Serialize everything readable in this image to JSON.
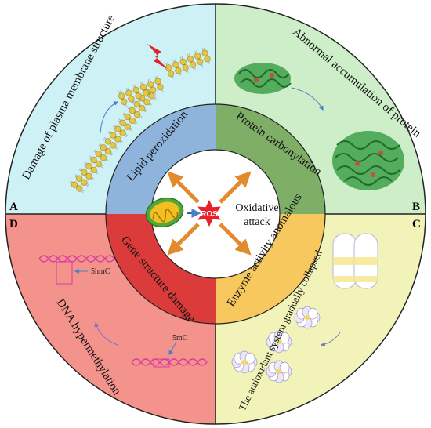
{
  "panels": {
    "A": {
      "letter": "A",
      "title": "Damage of plasma membrane structure"
    },
    "B": {
      "letter": "B",
      "title": "Abnormal accumulation of protein"
    },
    "C": {
      "letter": "C",
      "title": "The antioxidant system gradually collapsed"
    },
    "D": {
      "letter": "D",
      "title": "DNA hypermethylation",
      "label_5hmC": "5hmC",
      "label_5mC": "5mC"
    }
  },
  "ring": {
    "top_left": "Lipid peroxidation",
    "top_right": "Protein carbonylation",
    "bottom_right": "Enzyme activity anomalous",
    "bottom_left": "Gene structure damage"
  },
  "center": {
    "ros": "ROS",
    "line1": "Oxidative",
    "line2": "attack"
  },
  "colors": {
    "quadA": "#cdf1f5",
    "quadB": "#cdeec8",
    "quadC": "#f2f3b8",
    "quadD": "#f4928c",
    "ringA": "#8fb4dc",
    "ringB": "#7fae67",
    "ringC": "#f6c85d",
    "ringD": "#dc3b3b",
    "ros": "#e8202a",
    "arrow": "#e38a2c"
  }
}
